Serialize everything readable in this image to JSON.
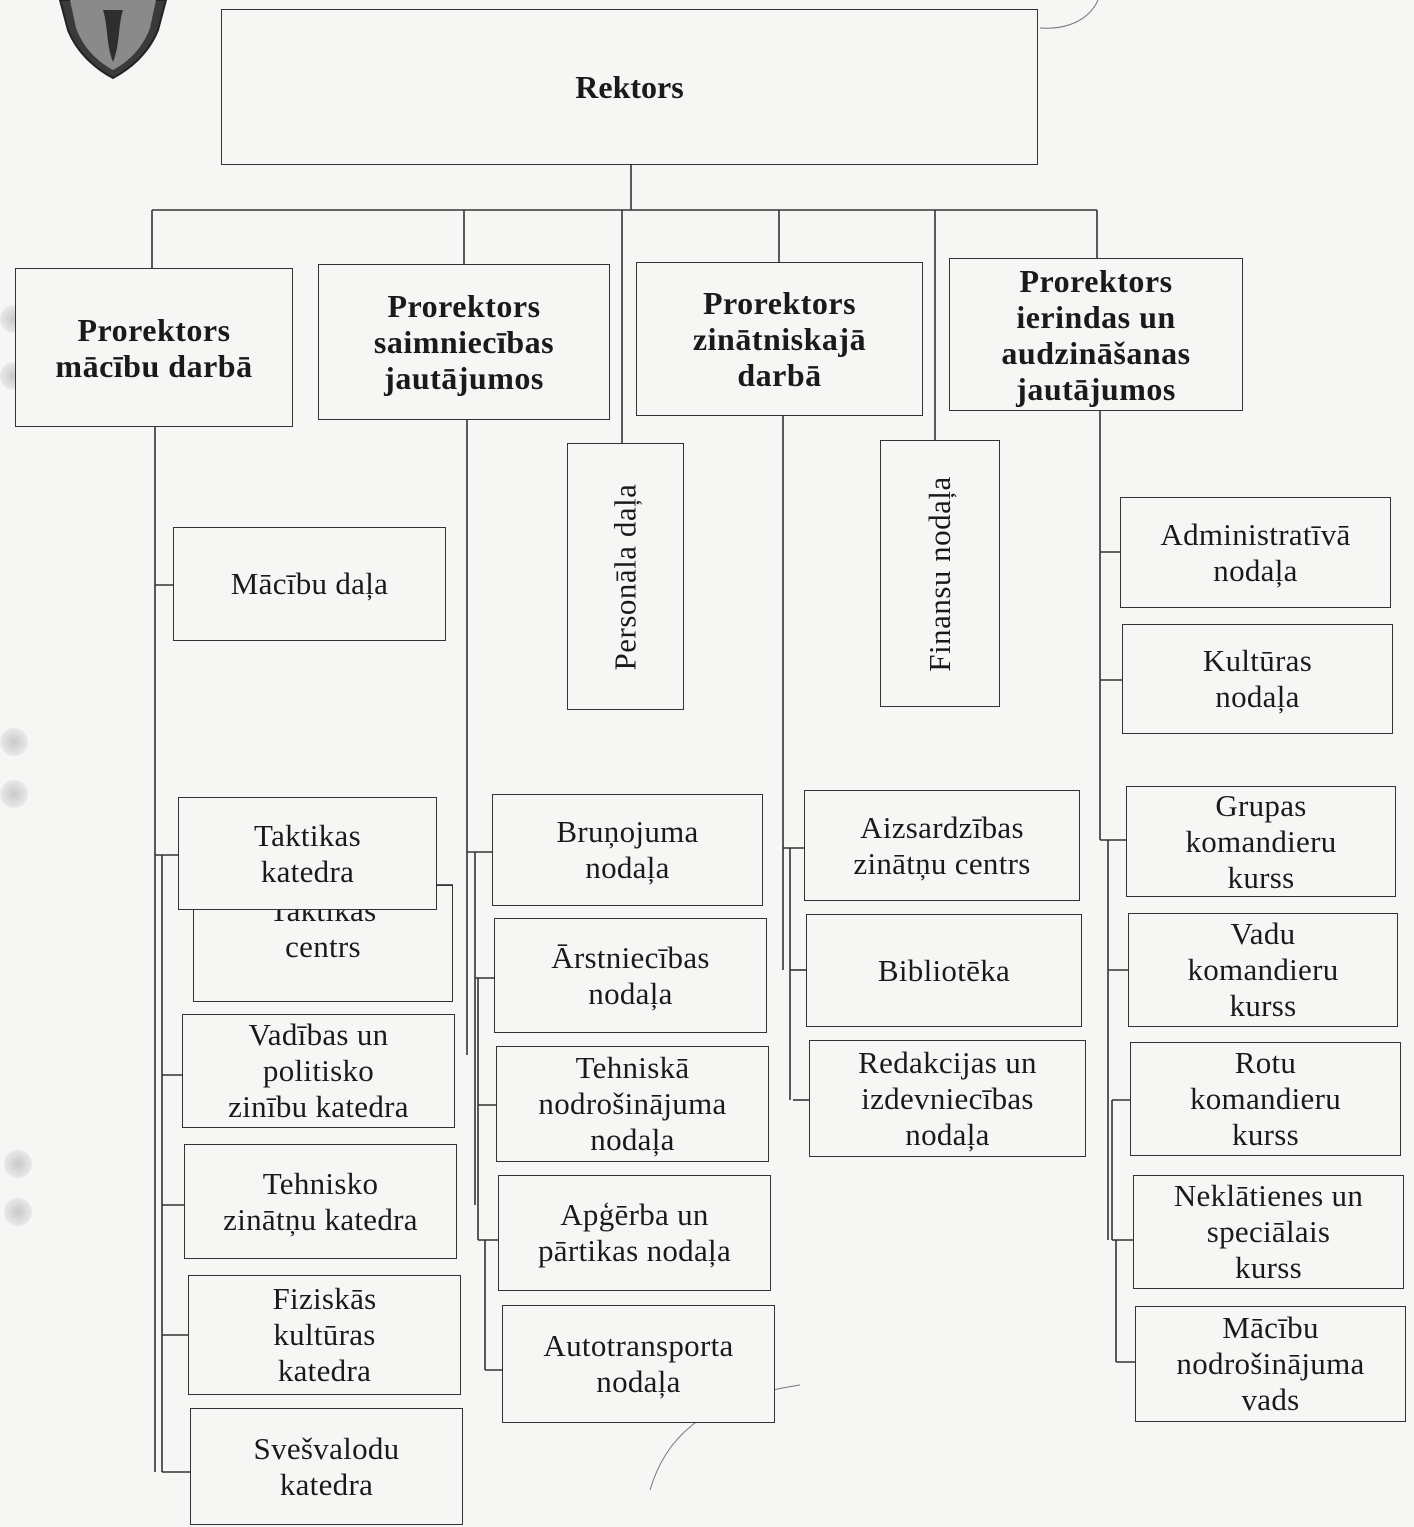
{
  "rector": "Rektors",
  "prorectors": {
    "study": "Prorektors\nmācību darbā",
    "economic": "Prorektors\nsaimniecības\njautājumos",
    "science": "Prorektors\nzinātniskajā\ndarbā",
    "drill": "Prorektors\nierindas un\naudzināšanas\njautājumos"
  },
  "vertical_units": {
    "personnel": "Personāla daļa",
    "finance": "Finansu nodaļa"
  },
  "study_units": {
    "study_dept": "Mācību  daļa",
    "tactics_chair": "Taktikas\nkatedra",
    "tactics_centre": "Taktikas\ncentrs",
    "management_chair": "Vadības un\npolitisko\nzinību katedra",
    "technical_chair": "Tehnisko\nzinātņu katedra",
    "physical_chair": "Fiziskās\nkultūras\nkatedra",
    "languages_chair": "Svešvalodu\nkatedra"
  },
  "economic_units": {
    "armament": "Bruņojuma\nnodaļa",
    "medical": "Ārstniecības\nnodaļa",
    "technical_supply": "Tehniskā\nnodrošinājuma\nnodaļa",
    "clothing_food": "Apģērba un\npārtikas nodaļa",
    "motor_transport": "Autotransporta\nnodaļa"
  },
  "science_units": {
    "defence_centre": "Aizsardzības\nzinātņu centrs",
    "library": "Bibliotēka",
    "publishing": "Redakcijas un\nizdevniecības\nnodaļa"
  },
  "drill_units": {
    "administrative": "Administratīvā\nnodaļa",
    "culture": "Kultūras\nnodaļa",
    "group_commanders": "Grupas\nkomandieru\nkurss",
    "platoon_commanders": "Vadu\nkomandieru\nkurss",
    "company_commanders": "Rotu\nkomandieru\nkurss",
    "extramural": "Neklātienes un\nspeciālais\nkurss",
    "support_platoon": "Mācību\nnodrošinājuma\nvads"
  }
}
